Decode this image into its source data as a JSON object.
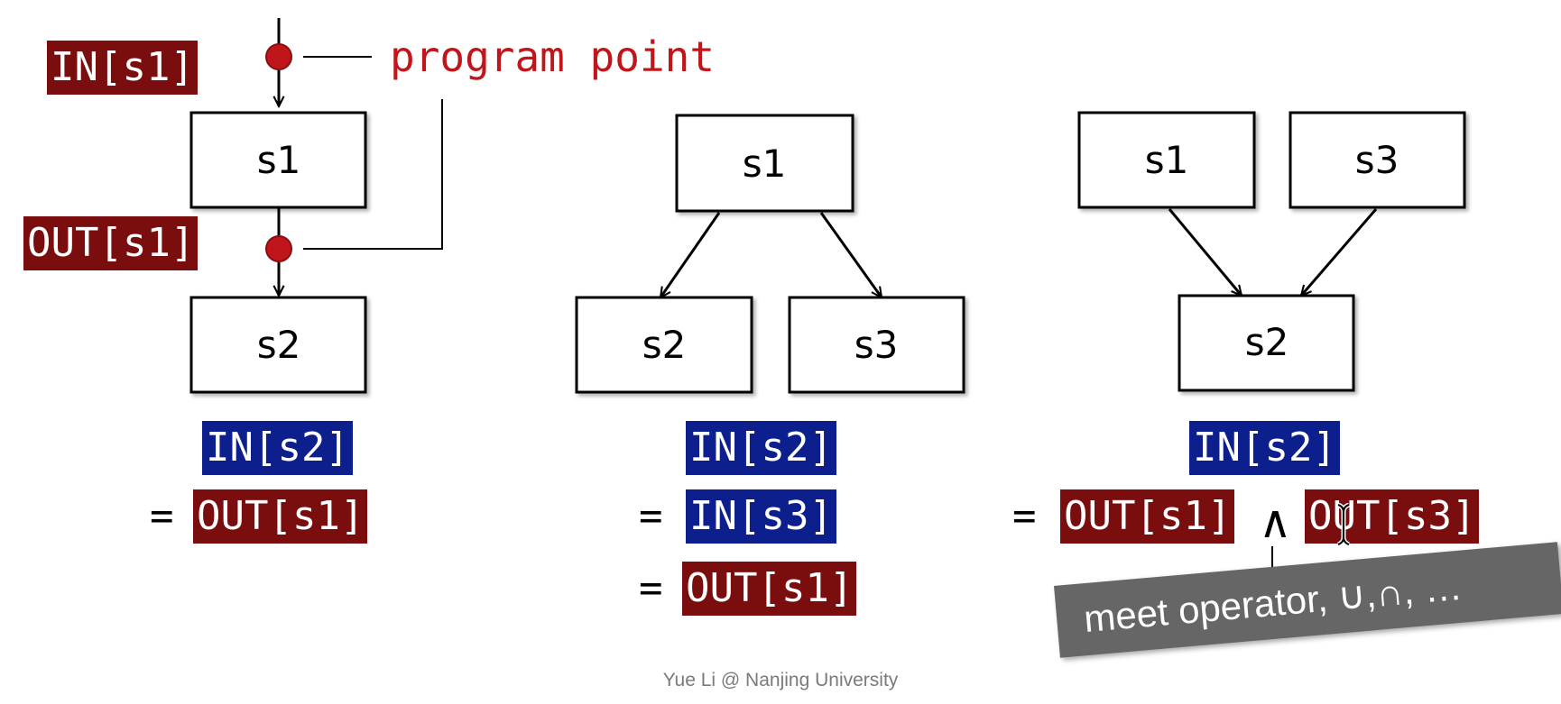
{
  "program_point_label": "program point",
  "left": {
    "in_s1": "IN[s1]",
    "out_s1": "OUT[s1]",
    "node_top": "s1",
    "node_bottom": "s2",
    "in_s2": "IN[s2]",
    "eq": "=",
    "rhs": "OUT[s1]"
  },
  "middle": {
    "node_top": "s1",
    "node_left": "s2",
    "node_right": "s3",
    "in_s2": "IN[s2]",
    "eq1": "=",
    "rhs1": "IN[s3]",
    "eq2": "=",
    "rhs2": "OUT[s1]"
  },
  "right": {
    "node_left": "s1",
    "node_right": "s3",
    "node_bottom": "s2",
    "in_s2": "IN[s2]",
    "eq": "=",
    "rhs_a": "OUT[s1]",
    "meet": "∧",
    "rhs_b": "OUT[s3]"
  },
  "tooltip": "meet operator, ∪,∩, …",
  "footer": "Yue Li @ Nanjing University",
  "colors": {
    "dark_red": "#7a0d0d",
    "dark_blue": "#0d1f8c",
    "point_red": "#c0161b",
    "tooltip_gray": "#666666"
  }
}
